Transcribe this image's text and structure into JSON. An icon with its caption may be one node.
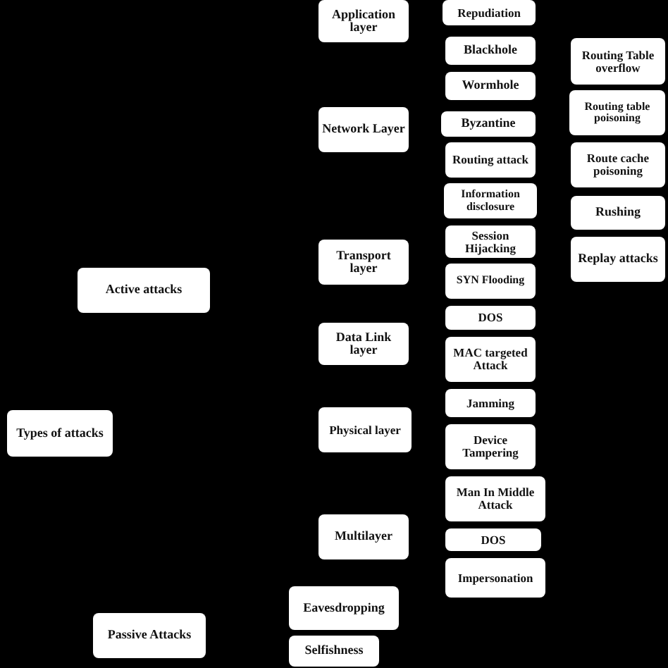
{
  "diagram": {
    "nodes": [
      {
        "text": [
          "Types of attacks"
        ]
      },
      {
        "text": [
          "Active attacks"
        ]
      },
      {
        "text": [
          "Passive Attacks"
        ]
      },
      {
        "text": [
          "Application layer"
        ]
      },
      {
        "text": [
          "Network Layer"
        ]
      },
      {
        "text": [
          "Transport layer"
        ]
      },
      {
        "text": [
          "Data Link layer"
        ]
      },
      {
        "text": [
          "Physical layer"
        ]
      },
      {
        "text": [
          "Multilayer"
        ]
      },
      {
        "text": [
          "Repudiation"
        ]
      },
      {
        "text": [
          "Blackhole"
        ]
      },
      {
        "text": [
          "Wormhole"
        ]
      },
      {
        "text": [
          "Byzantine"
        ]
      },
      {
        "text": [
          "Routing attack"
        ]
      },
      {
        "text": [
          "Information disclosure"
        ]
      },
      {
        "text": [
          "Session Hijacking"
        ]
      },
      {
        "text": [
          "SYN Flooding"
        ]
      },
      {
        "text": [
          "DOS"
        ]
      },
      {
        "text": [
          "MAC targeted Attack"
        ]
      },
      {
        "text": [
          "Jamming"
        ]
      },
      {
        "text": [
          "Device Tampering"
        ]
      },
      {
        "text": [
          "Man In Middle Attack"
        ]
      },
      {
        "text": [
          "DOS"
        ]
      },
      {
        "text": [
          "Impersonation"
        ]
      },
      {
        "text": [
          "Eavesdropping"
        ]
      },
      {
        "text": [
          "Selfishness"
        ]
      },
      {
        "text": [
          "Routing Table overflow"
        ]
      },
      {
        "text": [
          "Routing table poisoning"
        ]
      },
      {
        "text": [
          "Route cache poisoning"
        ]
      },
      {
        "text": [
          "Rushing"
        ]
      },
      {
        "text": [
          "Replay attacks"
        ]
      }
    ]
  }
}
